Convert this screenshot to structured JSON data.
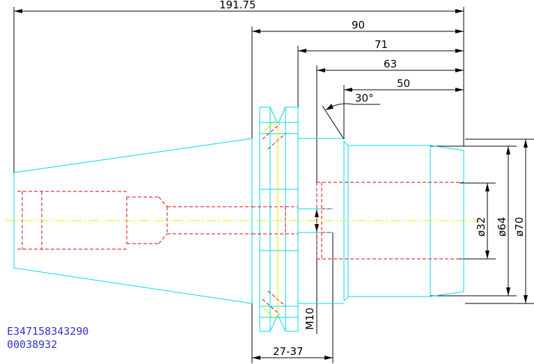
{
  "dimensions": {
    "total_length": "191.75",
    "len_90": "90",
    "len_71": "71",
    "len_63": "63",
    "len_50": "50",
    "angle": "30°",
    "dia_32": "ø32",
    "dia_64": "ø64",
    "dia_70": "ø70",
    "thread": "M10",
    "range": "27-37"
  },
  "part_codes": {
    "line1": "E347158343290",
    "line2": "00038932"
  },
  "colors": {
    "outline": "#00d8e8",
    "hidden": "#e00000",
    "centerline": "#e8e800",
    "dimension": "#000000",
    "code_text": "#3333cc"
  }
}
